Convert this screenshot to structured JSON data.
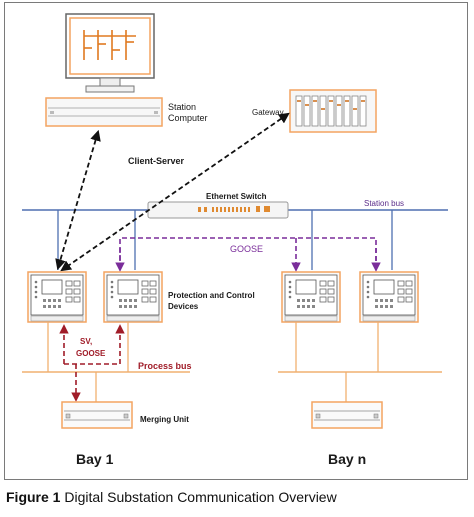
{
  "labels": {
    "station_computer_line1": "Station",
    "station_computer_line2": "Computer",
    "gateway": "Gateway",
    "client_server": "Client-Server",
    "ethernet_switch": "Ethernet Switch",
    "station_bus": "Station bus",
    "goose": "GOOSE",
    "protection_line1": "Protection and Control",
    "protection_line2": "Devices",
    "sv_line1": "SV,",
    "sv_line2": "GOOSE",
    "process_bus": "Process bus",
    "merging_unit": "Merging Unit",
    "bay1": "Bay 1",
    "bayn": "Bay n"
  },
  "caption": {
    "figure_label": "Figure 1",
    "figure_text": " Digital Substation Communication Overview"
  },
  "colors": {
    "station_bus": "#4f6fb0",
    "process_bus": "#f0b070",
    "client_server_arrow": "#111111",
    "goose_arrow": "#7a2d9a",
    "sv_arrow": "#a01c28",
    "device_frame": "#f4a460"
  }
}
